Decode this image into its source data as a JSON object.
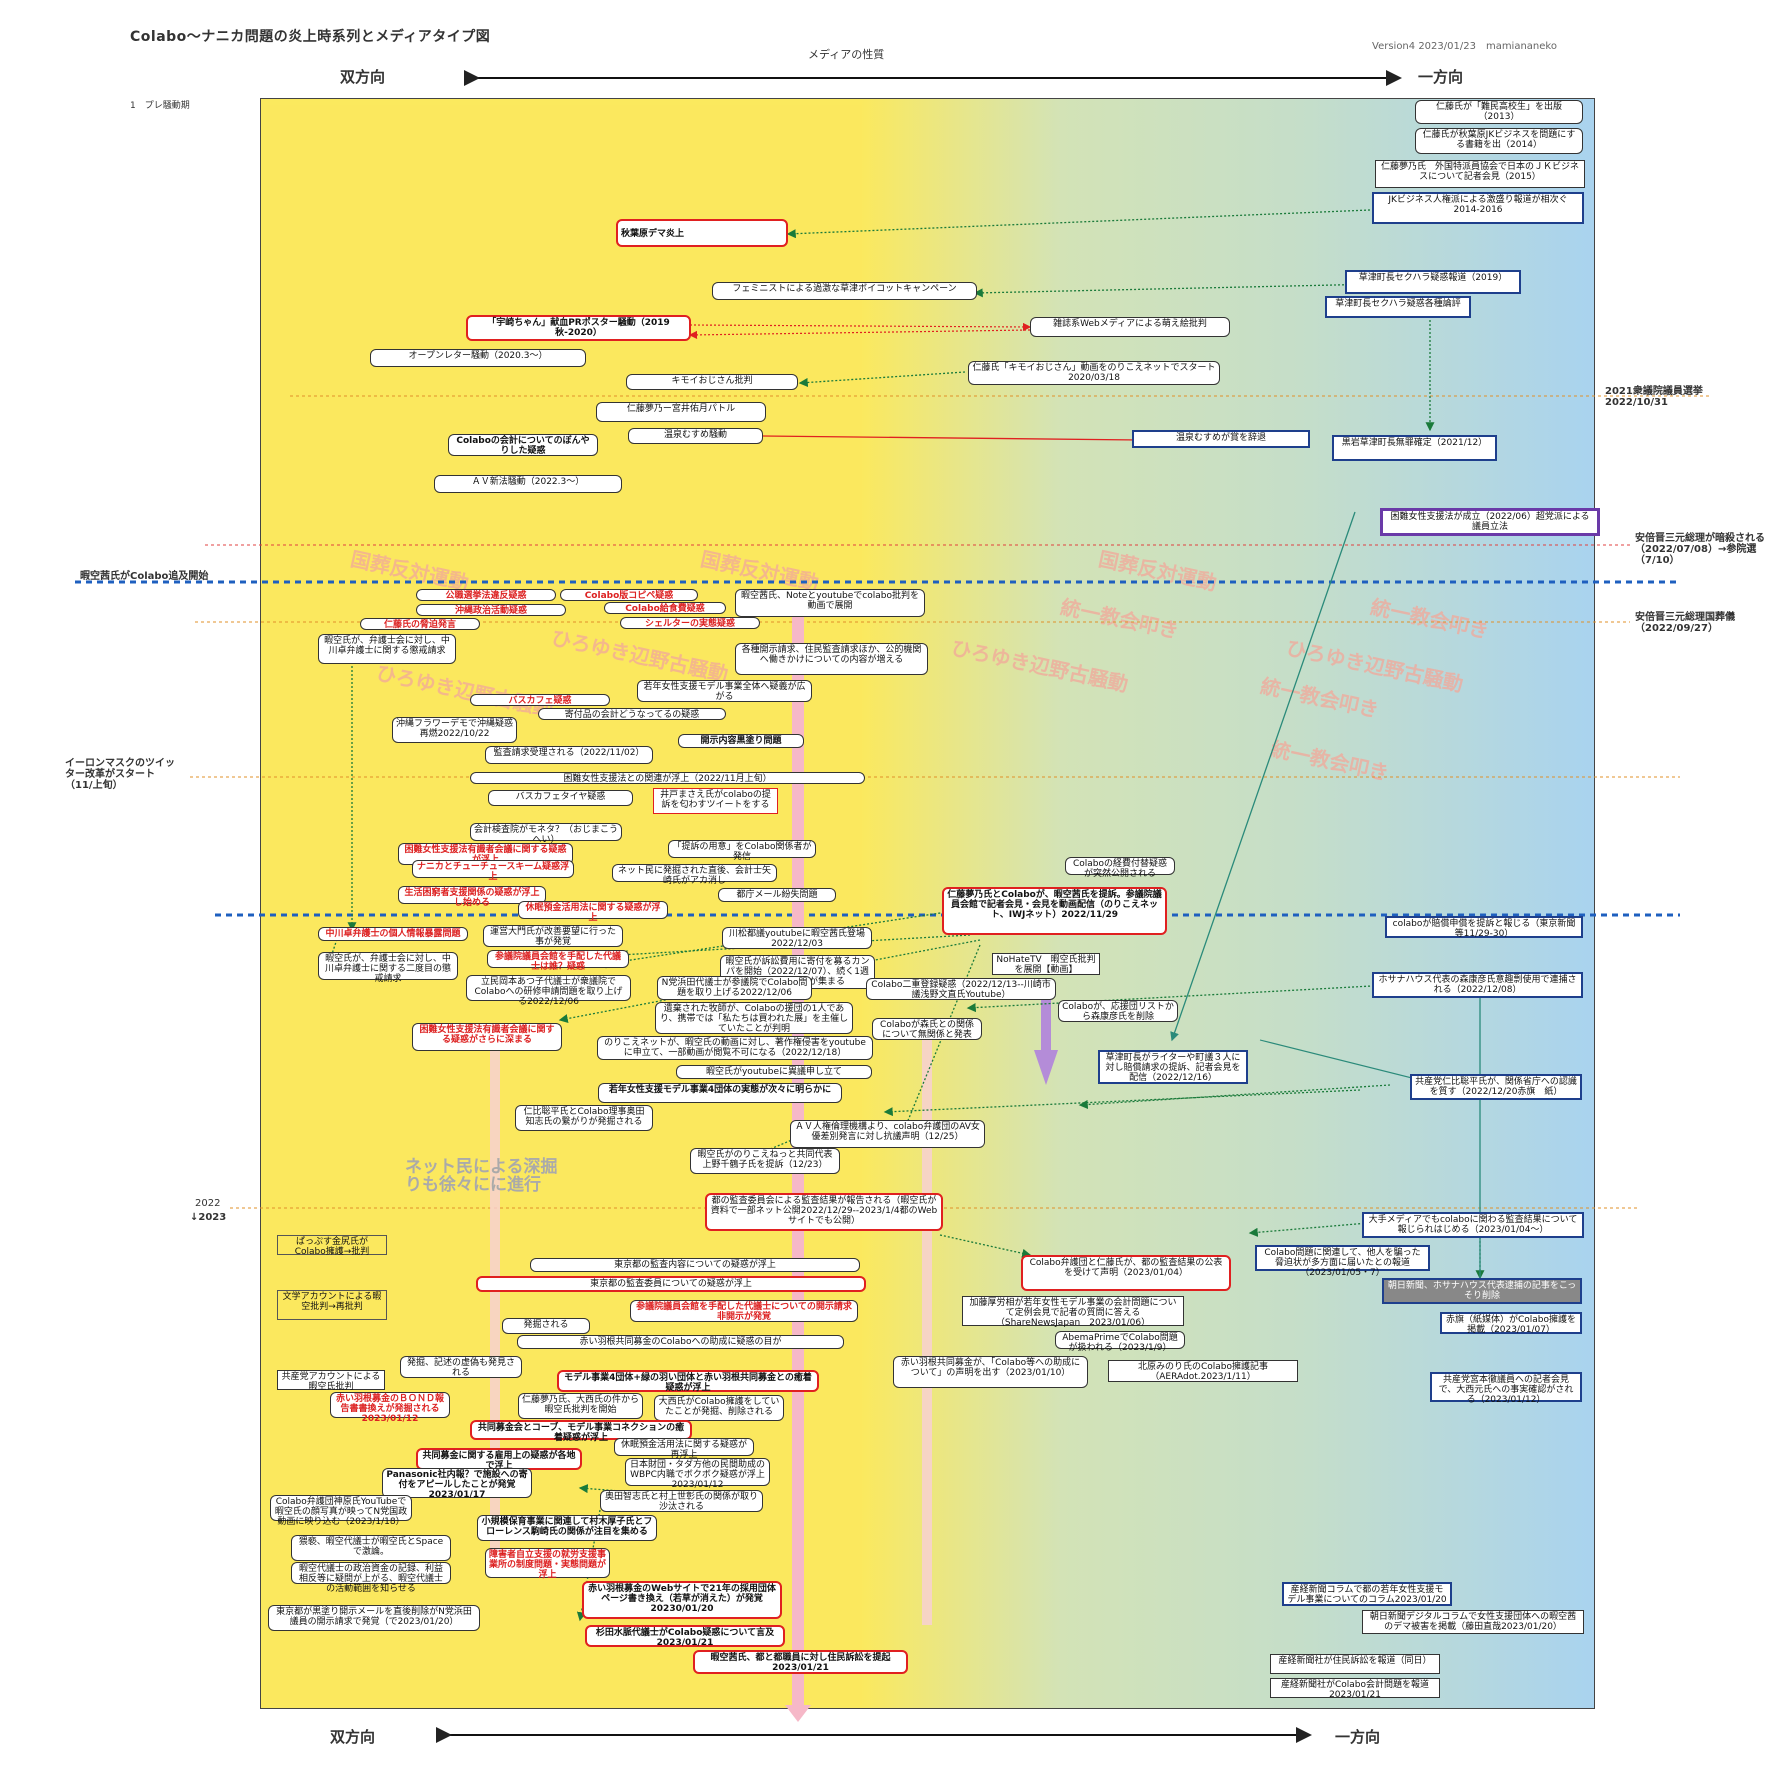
{
  "header": {
    "title": "Colabo～ナニカ問題の炎上時系列とメディアタイプ図",
    "version": "Version4 2023/01/23　mamiananeko",
    "axis_label": "メディアの性質",
    "left_dir": "双方向",
    "right_dir": "一方向",
    "section": "1　プレ騒動期"
  },
  "side_labels": [
    {
      "id": "s1",
      "text": "2021衆議院議員選挙2022/10/31"
    },
    {
      "id": "s2",
      "text": "安倍晋三元総理が暗殺される（2022/07/08）→参院選（7/10）"
    },
    {
      "id": "s3",
      "text": "暇空茜氏がColabo追及開始"
    },
    {
      "id": "s4",
      "text": "安倍晋三元総理国葬儀（2022/09/27）"
    },
    {
      "id": "s5",
      "text": "イーロンマスクのツイッター改革がスタート（11/上旬）"
    },
    {
      "id": "s6",
      "text": "2022"
    },
    {
      "id": "s7",
      "text": "↓2023"
    }
  ],
  "watermarks": [
    "国葬反対運動",
    "統一教会叩き",
    "ひろゆき辺野古騒動"
  ],
  "note": "ネット民による深掘りも徐々にに進行",
  "boxes": [
    {
      "id": "b1",
      "text": "仁藤氏が「難民高校生」を出版（2013）"
    },
    {
      "id": "b2",
      "text": "仁藤氏が秋葉原JKビジネスを問題にする書籍を出（2014）"
    },
    {
      "id": "b3",
      "text": "仁藤夢乃氏　外国特派員協会で日本のＪＫビジネスについて記者会見（2015）"
    },
    {
      "id": "b4",
      "text": "JKビジネス人権派による激盛り報道が相次ぐ2014-2016"
    },
    {
      "id": "b5",
      "text": "秋葉原デマ炎上"
    },
    {
      "id": "b6",
      "text": "草津町長セクハラ疑惑報道（2019）"
    },
    {
      "id": "b7",
      "text": "フェミニストによる過激な草津ボイコットキャンペーン"
    },
    {
      "id": "b8",
      "text": "草津町長セクハラ疑惑各種論評"
    },
    {
      "id": "b9",
      "text": "「宇崎ちゃん」献血PRポスター騒動（2019秋-2020）"
    },
    {
      "id": "b10",
      "text": "雑誌系Webメディアによる萌え絵批判"
    },
    {
      "id": "b11",
      "text": "オープンレター騒動（2020.3～）"
    },
    {
      "id": "b12",
      "text": "仁藤氏「キモイおじさん」動画をのりこえネットでスタート2020/03/18"
    },
    {
      "id": "b13",
      "text": "キモイおじさん批判"
    },
    {
      "id": "b14",
      "text": "仁藤夢乃ー宮井佑月パトル"
    },
    {
      "id": "b15",
      "text": "温泉むすめ騒動"
    },
    {
      "id": "b16",
      "text": "温泉むすめが賞を辞退"
    },
    {
      "id": "b17",
      "text": "Colaboの会計についてのぼんやりした疑惑"
    },
    {
      "id": "b18",
      "text": "黒岩草津町長無罪確定（2021/12）"
    },
    {
      "id": "b19",
      "text": "ＡＶ新法騒動（2022.3～）"
    },
    {
      "id": "b20",
      "text": "困難女性支援法が成立（2022/06）超党派による議員立法"
    },
    {
      "id": "b21",
      "text": "公職選挙法違反疑惑"
    },
    {
      "id": "b22",
      "text": "Colabo版コピペ疑惑"
    },
    {
      "id": "b23",
      "text": "沖縄政治活動疑惑"
    },
    {
      "id": "b24",
      "text": "Colabo給食費疑惑"
    },
    {
      "id": "b25",
      "text": "仁藤氏の脅迫発言"
    },
    {
      "id": "b26",
      "text": "シェルターの実態疑惑"
    },
    {
      "id": "b27",
      "text": "暇空茜氏、Noteとyoutubeでcolabo批判を動画で展開"
    },
    {
      "id": "b28",
      "text": "暇空氏が、弁護士会に対し、中川卓弁護士に関する懲戒請求"
    },
    {
      "id": "b29",
      "text": "各種開示請求、住民監査請求ほか、公的機関へ働きかけについての内容が増える"
    },
    {
      "id": "b30",
      "text": "若年女性支援モデル事業全体へ疑義が広がる"
    },
    {
      "id": "b31",
      "text": "バスカフェ疑惑"
    },
    {
      "id": "b32",
      "text": "寄付品の会計どうなってるの疑惑"
    },
    {
      "id": "b33",
      "text": "沖縄フラワーデモで沖縄疑惑再燃2022/10/22"
    },
    {
      "id": "b34",
      "text": "開示内容黒塗り問題"
    },
    {
      "id": "b35",
      "text": "監査請求受理される（2022/11/02）"
    },
    {
      "id": "b36",
      "text": "困難女性支援法との関連が浮上（2022/11月上旬）"
    },
    {
      "id": "b37",
      "text": "バスカフェタイヤ疑惑"
    },
    {
      "id": "b38",
      "text": "井戸まさえ氏がcolaboの提訴を匂わすツイートをする"
    },
    {
      "id": "b39",
      "text": "会計検査院がモネタ？（おじまこうへい）"
    },
    {
      "id": "b40",
      "text": "困難女性支援法有識者会議に関する疑惑が浮上"
    },
    {
      "id": "b41",
      "text": "「提訴の用意」をColabo関係者が発信"
    },
    {
      "id": "b42",
      "text": "ナニカとチューチュースキーム疑惑浮上"
    },
    {
      "id": "b43",
      "text": "ネット民に発掘された直後、会計士矢崎氏がアカ消し"
    },
    {
      "id": "b44",
      "text": "Colaboの経費付替疑惑が突然公開される"
    },
    {
      "id": "b45",
      "text": "生活困窮者支援関係の疑惑が浮上し始める"
    },
    {
      "id": "b46",
      "text": "都庁メール紛失問題"
    },
    {
      "id": "b47",
      "text": "休眠預金活用法に関する疑惑が浮上"
    },
    {
      "id": "b48",
      "text": "仁藤夢乃氏とColaboが、暇空茜氏を提訴。参議院議員会館で記者会見・会見を動画配信（のりこえネット、IWJネット）2022/11/29"
    },
    {
      "id": "b49",
      "text": "colaboが賠償申償を提訴と報じる（東京新聞等11/29-30）"
    },
    {
      "id": "b50",
      "text": "中川卓弁護士の個人情報暴露問題"
    },
    {
      "id": "b51",
      "text": "運営大門氏が改善要望に行った事が発覚"
    },
    {
      "id": "b52",
      "text": "川松都議youtubeに暇空茜氏登場2022/12/03"
    },
    {
      "id": "b53",
      "text": "参議院議員会館を手配した代議士は誰？疑惑"
    },
    {
      "id": "b54",
      "text": "暇空氏が訴訟費用に寄付を募るカンパを開始（2022/12/07）、続く1週間に5000万超が集まる"
    },
    {
      "id": "b55",
      "text": "NoHateTV　暇空氏批判を展開【動画】"
    },
    {
      "id": "b56",
      "text": "暇空氏が、弁護士会に対し、中川卓弁護士に関する二度目の懲戒請求"
    },
    {
      "id": "b57",
      "text": "立民岡本あつ子代議士が衆議院でColaboへの研修申請問題を取り上げる2022/12/06"
    },
    {
      "id": "b58",
      "text": "N党浜田代議士が参議院でColabo問題を取り上げる2022/12/06"
    },
    {
      "id": "b59",
      "text": "Colabo二重登録疑惑（2022/12/13--川崎市議浅野文直氏Youtube）"
    },
    {
      "id": "b60",
      "text": "ホサナハウス代表の森康彦氏意趣剽使用で連捕される（2022/12/08）"
    },
    {
      "id": "b61",
      "text": "遺棄された牧師が、Colaboの援団の1人であり、携帯では「私たちは買われた展」を主催していたことが判明"
    },
    {
      "id": "b62",
      "text": "Colaboが、応援団リストから森康彦氏を削除"
    },
    {
      "id": "b63",
      "text": "Colaboが森氏との関係について無関係と発表"
    },
    {
      "id": "b64",
      "text": "困難女性支援法有識者会議に関する疑惑がさらに深まる"
    },
    {
      "id": "b65",
      "text": "のりこえネットが、暇空氏の動画に対し、著作権侵害をyoutubeに申立て、一部動画が閲覧不可になる（2022/12/18）"
    },
    {
      "id": "b66",
      "text": "草津町長がライターや町議３人に対し賠償請求の提訴、記者会見を配信（2022/12/16）"
    },
    {
      "id": "b67",
      "text": "暇空氏がyoutubeに異議申し立て"
    },
    {
      "id": "b68",
      "text": "若年女性支援モデル事業4団体の実態が次々に明らかに"
    },
    {
      "id": "b69",
      "text": "共産党仁比聡平氏が、関係省庁への認識を質す（2022/12/20赤旗　紙）"
    },
    {
      "id": "b70",
      "text": "仁比聡平氏とColabo理事奥田知志氏の繋がりが発掘される"
    },
    {
      "id": "b71",
      "text": "ＡＶ人権倫理機構より、colabo弁護団のAV女優差別発言に対し抗議声明（12/25）"
    },
    {
      "id": "b72",
      "text": "暇空氏がのりこえねっと共同代表上野千鶴子氏を提訴（12/23）"
    },
    {
      "id": "b73",
      "text": "都の監査委員会による監査結果が報告される（暇空氏が資料で一部ネット公開2022/12/29--2023/1/4都のWebサイトでも公開）"
    },
    {
      "id": "b74",
      "text": "大手メディアでもcolaboに関わる監査結果について報じられはじめる（2023/01/04～）"
    },
    {
      "id": "b75",
      "text": "ぱっぷす金尻氏がColabo擁護→批判"
    },
    {
      "id": "b76",
      "text": "東京都の監査内容についての疑惑が浮上"
    },
    {
      "id": "b77",
      "text": "Colabo弁護団と仁藤氏が、都の監査結果の公表を受けて声明（2023/01/04）"
    },
    {
      "id": "b78",
      "text": "Colabo問題に関連して、他人を騙った脅迫状が多方面に届いたとの報道（2023/01/05・7）"
    },
    {
      "id": "b79",
      "text": "東京都の監査委員についての疑惑が浮上"
    },
    {
      "id": "b80",
      "text": "文学アカウントによる暇空批判→再批判"
    },
    {
      "id": "b81",
      "text": "朝日新聞、ホサナハウス代表逮捕の記事をこっそり削除"
    },
    {
      "id": "b82",
      "text": "加藤厚労相が若年女性モデル事業の会計問題について定例会見で記者の質問に答える（ShareNewsJapan　2023/01/06）"
    },
    {
      "id": "b83",
      "text": "参議院議員会館を手配した代議士についての開示請求非開示が発覚"
    },
    {
      "id": "b84",
      "text": "赤旗（紙媒体）がColabo擁護を掲載（2023/01/07）"
    },
    {
      "id": "b85",
      "text": "発掘される"
    },
    {
      "id": "b86",
      "text": "AbemaPrimeでColabo問題が扱われる（2023/1/9）"
    },
    {
      "id": "b87",
      "text": "赤い羽根共同募金のColaboへの助成に疑惑の目が"
    },
    {
      "id": "b88",
      "text": "共産党アカウントによる暇空氏批判"
    },
    {
      "id": "b89",
      "text": "発掘、記述の虚偽も発見される"
    },
    {
      "id": "b90",
      "text": "赤い羽根共同募金が、「Colabo等への助成について」の声明を出す（2023/01/10）"
    },
    {
      "id": "b91",
      "text": "北原みのり氏のColabo擁護記事（AERAdot.2023/1/11）"
    },
    {
      "id": "b92",
      "text": "モデル事業4団体+緑の羽い団体と赤い羽根共同募金との癒着疑惑が浮上"
    },
    {
      "id": "b93",
      "text": "共産党宮本徹議員への記者会見で、大西元氏への事実確認がされる（2023/01/12）"
    },
    {
      "id": "b94",
      "text": "赤い羽根募金のＢＯＮＤ報告書書換えが発掘される2023/01/12"
    },
    {
      "id": "b95",
      "text": "仁藤夢乃氏、大西氏の件から暇空氏批判を開始"
    },
    {
      "id": "b96",
      "text": "大西氏がColabo擁護をしていたことが発掘、削除される"
    },
    {
      "id": "b97",
      "text": "共同募金会とコーブ、モデル事業コネクションの癒着疑惑が浮上"
    },
    {
      "id": "b98",
      "text": "休眠預金活用法に関する疑惑が再浮上"
    },
    {
      "id": "b99",
      "text": "共同募金に関する雇用上の疑惑が各地で浮上"
    },
    {
      "id": "b100",
      "text": "日本財団・タダ方他の民間助成のWBPC内職でボクボク疑惑が浮上2023/01/12"
    },
    {
      "id": "b101",
      "text": "Panasonic社内報？で施設への寄付をアピールしたことが発覚2023/01/17"
    },
    {
      "id": "b102",
      "text": "奥田智志氏と村上世彰氏の関係が取り沙汰される"
    },
    {
      "id": "b103",
      "text": "Colabo弁護団神原氏YouTubeで暇空氏の顔写真が映ってN党国政動画に映り込む（2023/1/18）"
    },
    {
      "id": "b104",
      "text": "小規模保育事業に関連して村木厚子氏とフローレンス駒崎氏の関係が注目を集める"
    },
    {
      "id": "b105",
      "text": "猥褻、暇空代議士が暇空氏とSpaceで激論。"
    },
    {
      "id": "b106",
      "text": "障害者自立支援の就労支援事業所の制度問題・実態問題が浮上"
    },
    {
      "id": "b107",
      "text": "暇空代議士の政治資金の記録、利益相反等に疑問が上がる、暇空代議士の活動範囲を知らせる"
    },
    {
      "id": "b108",
      "text": "赤い羽根募金のWebサイトで21年の採用団体ページ書き換え（若草が消えた）が発覚20230/01/20"
    },
    {
      "id": "b109",
      "text": "産経新聞コラムで都の若年女性支援モデル事業についてのコラム2023/01/20"
    },
    {
      "id": "b110",
      "text": "朝日新聞デジタルコラムで女性支援団体への暇空茜のデマ被害を掲載（藤田直哉2023/01/20）"
    },
    {
      "id": "b111",
      "text": "東京都が黒塗り開示メールを直後削除がN党浜田議員の開示請求で発覚（で2023/01/20）"
    },
    {
      "id": "b112",
      "text": "杉田水脈代議士がColabo疑惑について言及2023/01/21"
    },
    {
      "id": "b113",
      "text": "暇空茜氏、都と都職員に対し住民訴訟を提起2023/01/21"
    },
    {
      "id": "b114",
      "text": "産経新聞社が住民訴訟を報道（同日）"
    },
    {
      "id": "b115",
      "text": "産経新聞社がColabo会計問題を報道2023/01/21"
    }
  ]
}
